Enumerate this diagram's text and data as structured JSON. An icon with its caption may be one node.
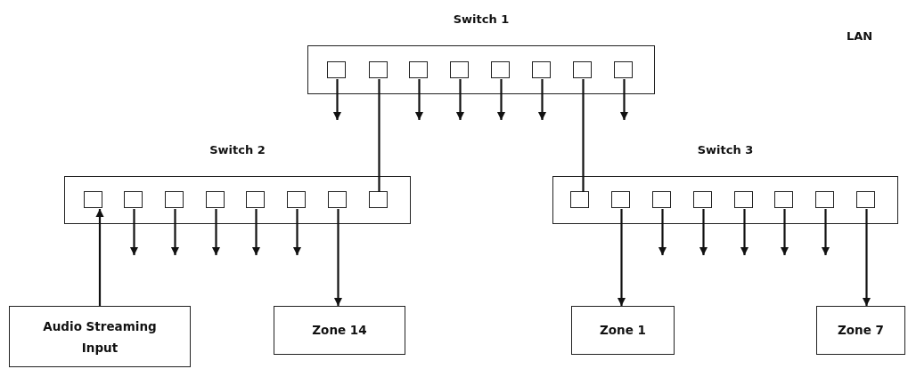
{
  "diagram": {
    "nodes": [
      {
        "text": [
          "Switch 1"
        ]
      },
      {
        "text": [],
        "shape": "box",
        "in": 0
      },
      {
        "text": [],
        "shape": "box",
        "in": 0
      },
      {
        "text": [],
        "shape": "box",
        "in": 0
      },
      {
        "text": [],
        "shape": "box",
        "in": 0
      },
      {
        "text": [],
        "shape": "box",
        "in": 0
      },
      {
        "text": [],
        "shape": "box",
        "in": 0
      },
      {
        "text": [],
        "shape": "box",
        "in": 0
      },
      {
        "text": [],
        "shape": "box",
        "in": 0
      },
      {
        "text": [
          "Switch 2"
        ]
      },
      {
        "text": [],
        "shape": "box",
        "in": 9
      },
      {
        "text": [],
        "shape": "box",
        "in": 9
      },
      {
        "text": [],
        "shape": "box",
        "in": 9
      },
      {
        "text": [],
        "shape": "box",
        "in": 9
      },
      {
        "text": [],
        "shape": "box",
        "in": 9
      },
      {
        "text": [],
        "shape": "box",
        "in": 9
      },
      {
        "text": [],
        "shape": "box",
        "in": 9
      },
      {
        "text": [],
        "shape": "box",
        "in": 9
      },
      {
        "text": [
          "Switch 3"
        ]
      },
      {
        "text": [],
        "shape": "box",
        "in": 18
      },
      {
        "text": [],
        "shape": "box",
        "in": 18
      },
      {
        "text": [],
        "shape": "box",
        "in": 18
      },
      {
        "text": [],
        "shape": "box",
        "in": 18
      },
      {
        "text": [],
        "shape": "box",
        "in": 18
      },
      {
        "text": [],
        "shape": "box",
        "in": 18
      },
      {
        "text": [],
        "shape": "box",
        "in": 18
      },
      {
        "text": [],
        "shape": "box",
        "in": 18
      },
      {
        "text": [
          "Audio Streaming Input"
        ]
      },
      {
        "text": [
          "Zone 14"
        ]
      },
      {
        "text": [
          "Zone 1"
        ]
      },
      {
        "text": [
          "Zone 7"
        ]
      }
    ],
    "edges": [
      {
        "from": 1,
        "to": null,
        "arrow": "to"
      },
      {
        "from": 2,
        "to": 17,
        "arrow": "none"
      },
      {
        "from": 3,
        "to": null,
        "arrow": "to"
      },
      {
        "from": 4,
        "to": null,
        "arrow": "to"
      },
      {
        "from": 5,
        "to": null,
        "arrow": "to"
      },
      {
        "from": 6,
        "to": null,
        "arrow": "to"
      },
      {
        "from": 7,
        "to": 19,
        "arrow": "none"
      },
      {
        "from": 8,
        "to": null,
        "arrow": "to"
      },
      {
        "from": 27,
        "to": 10,
        "arrow": "to"
      },
      {
        "from": 11,
        "to": null,
        "arrow": "to"
      },
      {
        "from": 12,
        "to": null,
        "arrow": "to"
      },
      {
        "from": 13,
        "to": null,
        "arrow": "to"
      },
      {
        "from": 14,
        "to": null,
        "arrow": "to"
      },
      {
        "from": 15,
        "to": null,
        "arrow": "to"
      },
      {
        "from": 16,
        "to": 28,
        "arrow": "to"
      },
      {
        "from": 20,
        "to": 29,
        "arrow": "to"
      },
      {
        "from": 21,
        "to": null,
        "arrow": "to"
      },
      {
        "from": 22,
        "to": null,
        "arrow": "to"
      },
      {
        "from": 23,
        "to": null,
        "arrow": "to"
      },
      {
        "from": 24,
        "to": null,
        "arrow": "to"
      },
      {
        "from": 25,
        "to": null,
        "arrow": "to"
      },
      {
        "from": 26,
        "to": 30,
        "arrow": "to"
      }
    ],
    "labels": [
      "LAN"
    ]
  }
}
